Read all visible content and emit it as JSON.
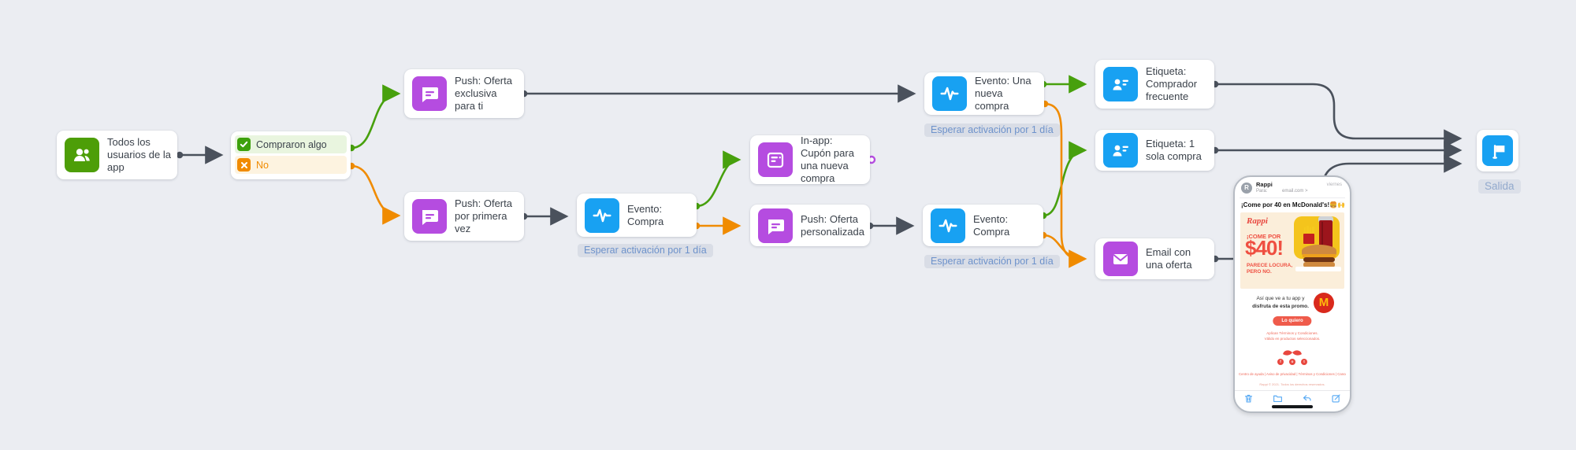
{
  "canvas": {
    "background": "#ebedf2"
  },
  "colors": {
    "green": "#47a00d",
    "orange": "#f08b00",
    "purple": "#b54ce0",
    "blue": "#18a1f2",
    "dark_wire": "#4a515c"
  },
  "nodes": {
    "start": {
      "title": "Todos los usuarios de la app",
      "icon": "users-icon"
    },
    "condition": {
      "yes_label": "Compraron algo",
      "no_label": "No"
    },
    "push_exclusive": {
      "title": "Push: Oferta exclusiva para ti",
      "icon": "push-message-icon"
    },
    "push_first": {
      "title": "Push: Oferta por primera vez",
      "icon": "push-message-icon"
    },
    "event_compra_1": {
      "title": "Evento: Compra",
      "wait_label": "Esperar activación por 1 día",
      "icon": "event-pulse-icon"
    },
    "inapp_coupon": {
      "title": "In-app: Cupón para una nueva compra",
      "icon": "inapp-message-icon"
    },
    "push_personalized": {
      "title": "Push: Oferta personalizada",
      "icon": "push-message-icon"
    },
    "event_compra_2": {
      "title": "Evento: Compra",
      "wait_label": "Esperar activación por 1 día",
      "icon": "event-pulse-icon"
    },
    "event_new_purchase": {
      "title": "Evento: Una nueva compra",
      "wait_label": "Esperar activación por 1 día",
      "icon": "event-pulse-icon"
    },
    "tag_frequent": {
      "title": "Etiqueta: Comprador frecuente",
      "icon": "contact-tag-icon"
    },
    "tag_single": {
      "title": "Etiqueta: 1 sola compra",
      "icon": "contact-tag-icon"
    },
    "email_offer": {
      "title": "Email con una oferta",
      "icon": "email-icon"
    },
    "exit": {
      "label": "Salida",
      "icon": "flag-icon"
    }
  },
  "phone": {
    "avatar_letter": "R",
    "sender": "Rappi",
    "to_label": "Para:",
    "to_value": "email.com >",
    "date": "viernes",
    "subject": "¡Come por 40 en McDonald's!🍔🙌",
    "hero": {
      "brand": "Rappi",
      "line1": "¡COME POR",
      "price": "$40!",
      "line2": "PARECE LOCURA,",
      "line3": "PERO NO."
    },
    "body_line1": "Así que ve a tu app y",
    "body_line2": "disfruta de esta promo.",
    "mcd_letter": "M",
    "cta": "Lo quiero",
    "fine_print1": "Aplican Términos y Condiciones.",
    "fine_print2": "Válido en productos seleccionados.",
    "social": [
      "f",
      "o",
      "t"
    ],
    "footer_links": "Centro de ayuda  |  Aviso de privacidad  |  Términos y Condiciones  |  Cancelar suscripción",
    "legal": "Rappi © 2021. Todos los derechos reservados."
  }
}
